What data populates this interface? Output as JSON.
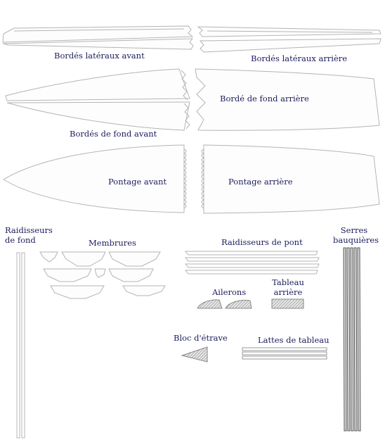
{
  "labels": {
    "bordes_lateraux_avant": "Bordés latéraux avant",
    "bordes_lateraux_arriere": "Bordés latéraux arrière",
    "borde_fond_arriere": "Bordé de fond arrière",
    "bordes_fond_avant": "Bordés de fond avant",
    "pontage_avant": "Pontage avant",
    "pontage_arriere": "Pontage arrière",
    "raidisseurs_fond_1": "Raidisseurs",
    "raidisseurs_fond_2": "de fond",
    "membrures": "Membrures",
    "raidisseurs_pont": "Raidisseurs de pont",
    "serres_1": "Serres",
    "serres_2": "bauquières",
    "ailerons": "Ailerons",
    "tableau_1": "Tableau",
    "tableau_2": "arrière",
    "bloc_etrave": "Bloc d'étrave",
    "lattes_tableau": "Lattes de tableau"
  },
  "colors": {
    "label": "#1c1c5c",
    "outline": "#b4b4b4",
    "dark": "#555555",
    "hatch": "#8a8a8a"
  }
}
